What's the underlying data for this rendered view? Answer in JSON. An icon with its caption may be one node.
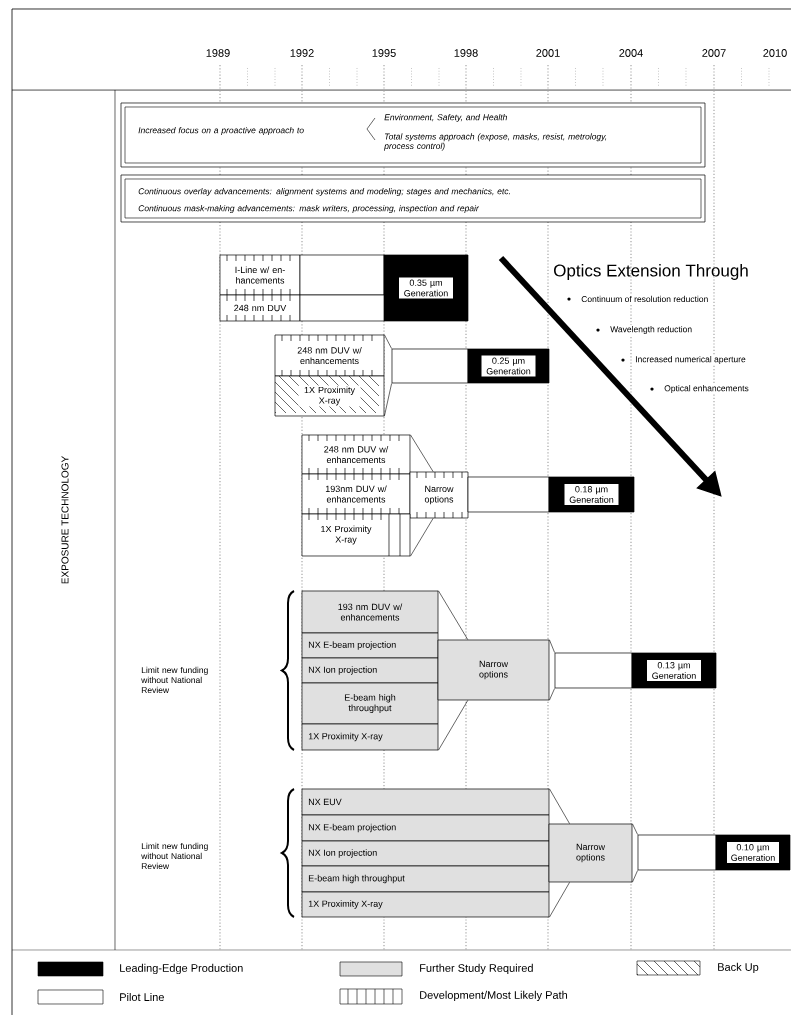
{
  "diagram": {
    "nodes": [
      {
        "text": [
          "Increased focus on a proactive approach to",
          "Environment, Safety, and Health",
          "Total systems approach (expose, masks, resist, metrology, process control)"
        ]
      },
      {
        "text": [
          "Continuous overlay advancements: alignment systems and modeling; stages and mechanics, etc.",
          "Continuous mask-making advancements: mask writers, processing, inspection and repair"
        ]
      },
      {
        "text": [
          "I-Line w/ en- hancements"
        ]
      },
      {
        "text": [],
        "shape": "box"
      },
      {
        "text": [
          "0.35 µm Generation"
        ]
      },
      {
        "text": [
          "248 nm DUV"
        ]
      },
      {
        "text": [],
        "shape": "box"
      },
      {
        "text": [
          "248 nm DUV w/ enhancements"
        ]
      },
      {
        "text": [],
        "shape": "box"
      },
      {
        "text": [
          "0.25 µm Generation"
        ]
      },
      {
        "text": [
          "1X Proximity X-ray"
        ]
      },
      {
        "text": [
          "248 nm DUV w/ enhancements"
        ]
      },
      {
        "text": [
          "193nm DUV w/ enhancements"
        ]
      },
      {
        "text": [
          "Narrow options"
        ]
      },
      {
        "text": [],
        "shape": "box"
      },
      {
        "text": [
          "0.18 µm Generation"
        ]
      },
      {
        "text": [
          "1X Proximity X-ray"
        ]
      },
      {
        "text": [
          "193 nm DUV w/ enhancements"
        ]
      },
      {
        "text": [
          "NX E-beam projection"
        ]
      },
      {
        "text": [
          "NX Ion projection"
        ]
      },
      {
        "text": [
          "E-beam high throughput"
        ]
      },
      {
        "text": [
          "1X Proximity X-ray"
        ]
      },
      {
        "text": [
          "Narrow options"
        ]
      },
      {
        "text": [],
        "shape": "box"
      },
      {
        "text": [
          "0.13 µm Generation"
        ]
      },
      {
        "text": [
          "NX EUV"
        ]
      },
      {
        "text": [
          "NX E-beam projection"
        ]
      },
      {
        "text": [
          "NX Ion projection"
        ]
      },
      {
        "text": [
          "E-beam high throughput"
        ]
      },
      {
        "text": [
          "1X Proximity X-ray"
        ]
      },
      {
        "text": [
          "Narrow options"
        ]
      },
      {
        "text": [],
        "shape": "box"
      },
      {
        "text": [
          "0.10 µm Generation"
        ]
      }
    ],
    "edges": [
      {
        "from": 7,
        "to": 8,
        "arrow": "none"
      },
      {
        "from": 10,
        "to": 8,
        "arrow": "none"
      },
      {
        "from": 11,
        "to": 13,
        "arrow": "none"
      },
      {
        "from": 16,
        "to": 13,
        "arrow": "none"
      },
      {
        "from": 17,
        "to": 22,
        "arrow": "none"
      },
      {
        "from": 21,
        "to": 22,
        "arrow": "none"
      },
      {
        "from": 22,
        "to": 23,
        "arrow": "none"
      },
      {
        "from": 22,
        "to": 23,
        "arrow": "none"
      },
      {
        "from": 25,
        "to": 30,
        "arrow": "none"
      },
      {
        "from": 29,
        "to": 30,
        "arrow": "none"
      },
      {
        "from": 30,
        "to": 31,
        "arrow": "none"
      },
      {
        "from": 30,
        "to": 31,
        "arrow": "none"
      }
    ],
    "labels": [
      "1989",
      "1992",
      "1995",
      "1998",
      "2001",
      "2004",
      "2007",
      "2010",
      "Optics Extension Through",
      "Continuum of resolution reduction",
      "Wavelength reduction",
      "Increased numerical aperture",
      "Optical enhancements",
      "EXPOSURE TECHNOLOGY",
      "Limit new funding without National Review",
      "Limit new funding without National Review"
    ],
    "legend": [
      {
        "text": "Leading-Edge Production",
        "color": "#000000"
      },
      {
        "text": "Further Study Required"
      },
      {
        "text": "Back Up"
      },
      {
        "text": "Pilot Line"
      },
      {
        "text": "Development/Most Likely Path"
      }
    ]
  }
}
